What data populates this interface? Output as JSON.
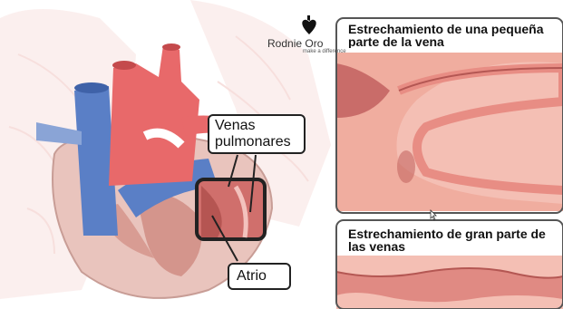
{
  "logo": {
    "name": "Rodnie Oro",
    "tagline": "make a difference"
  },
  "panels": {
    "top_title": "Estrechamiento de una pequeña parte de la vena",
    "bottom_title": "Estrechamiento de gran parte de las venas"
  },
  "labels": {
    "pulmonary_veins": "Venas pulmonares",
    "atrium": "Atrio"
  },
  "colors": {
    "vein_blue": "#5a7fc6",
    "artery_red": "#e8696a",
    "tissue_pink": "#f2b8ac",
    "heart_muscle": "#c98a84",
    "callout_outline": "#222222"
  },
  "icons": [
    "heart-logo-icon",
    "cursor-icon"
  ]
}
